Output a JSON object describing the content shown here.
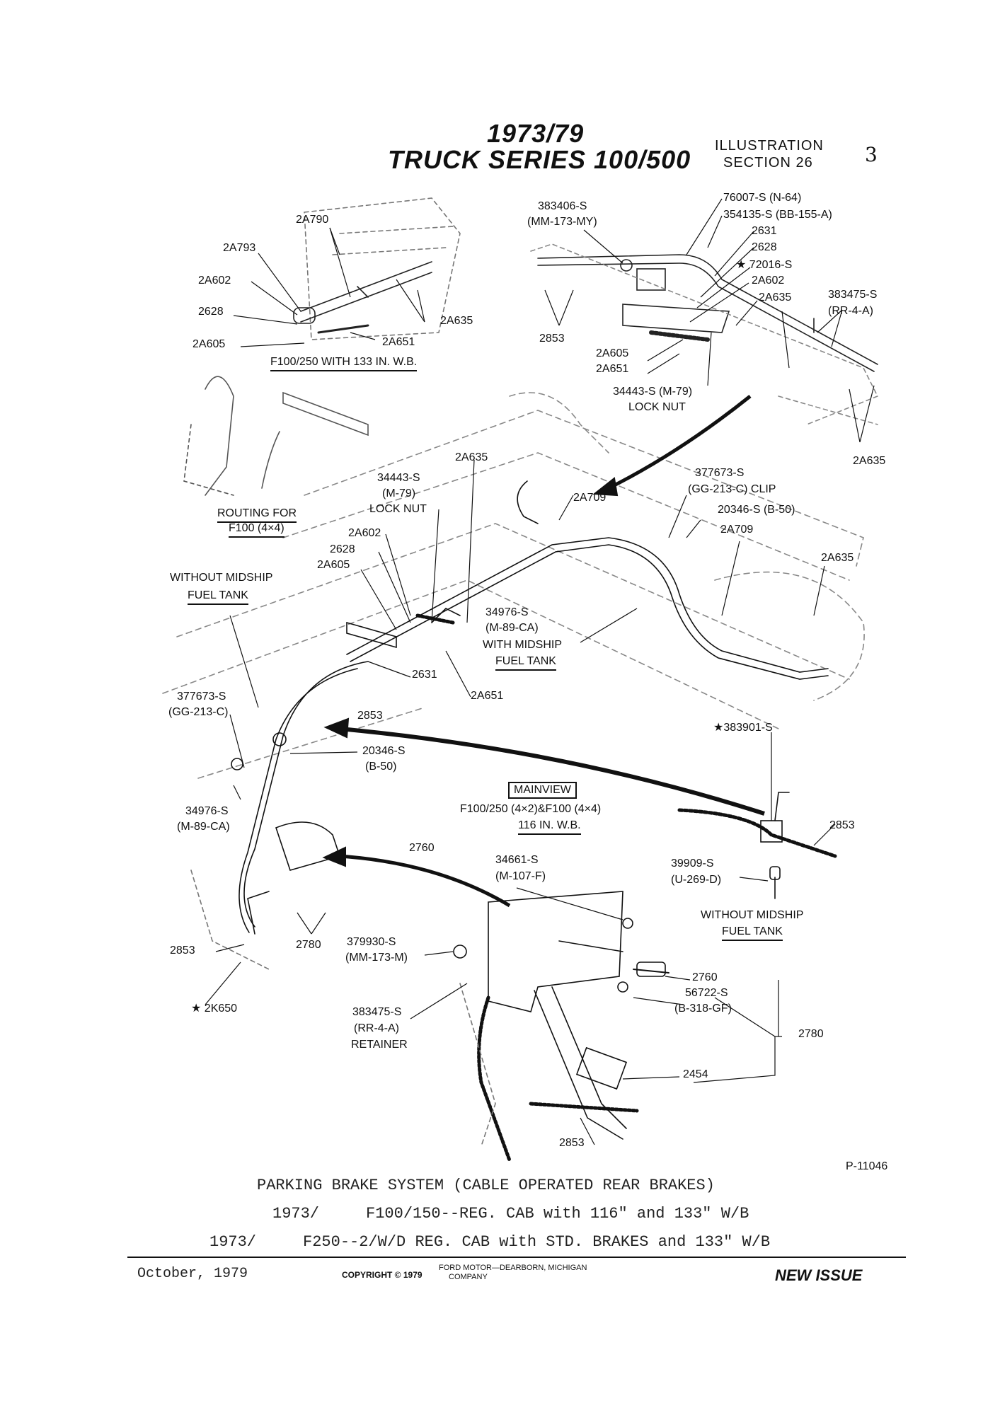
{
  "header": {
    "years": "1973/79",
    "series": "TRUCK SERIES 100/500",
    "illustration": "ILLUSTRATION",
    "section": "SECTION 26",
    "page_number": "3"
  },
  "inset_top_left": {
    "parts": [
      "2A790",
      "2A793",
      "2A602",
      "2628",
      "2A605",
      "2A651",
      "2A635"
    ],
    "caption": "F100/250 WITH 133 IN. W.B."
  },
  "inset_top_right": {
    "parts": {
      "p383406": "383406-S",
      "p383406_code": "(MM-173-MY)",
      "p76007": "76007-S (N-64)",
      "p354135": "354135-S (BB-155-A)",
      "p2631": "2631",
      "p2628": "2628",
      "p72016": "★ 72016-S",
      "p2A602": "2A602",
      "p2A635": "2A635",
      "p383475": "383475-S",
      "p383475_code": "(RR-4-A)",
      "p2853": "2853",
      "p2A605": "2A605",
      "p2A651": "2A651",
      "p34443": "34443-S (M-79)",
      "lock_nut": "LOCK NUT",
      "p2A635_b": "2A635"
    }
  },
  "routing": {
    "line1": "ROUTING FOR",
    "line2": "F100 (4×4)"
  },
  "main_view": {
    "labels": {
      "p2A635": "2A635",
      "p34443": "34443-S",
      "p34443_code": "(M-79)",
      "lock_nut": "LOCK NUT",
      "p2A709": "2A709",
      "p377673": "377673-S",
      "p377673_code": "(GG-213-C) CLIP",
      "p20346": "20346-S (B-50)",
      "p2A709_b": "2A709",
      "p2A635_b": "2A635",
      "p2A602": "2A602",
      "p2628": "2628",
      "p2A605": "2A605",
      "without_midship_1": "WITHOUT MIDSHIP",
      "without_midship_2": "FUEL TANK",
      "p34976": "34976-S",
      "p34976_code": "(M-89-CA)",
      "with_midship_1": "WITH MIDSHIP",
      "with_midship_2": "FUEL TANK",
      "p2631": "2631",
      "p2A651": "2A651",
      "p377673_l": "377673-S",
      "p377673_l_code": "(GG-213-C)",
      "p2853": "2853",
      "p20346_l": "20346-S",
      "p20346_l_code": "(B-50)",
      "p34976_l": "34976-S",
      "p34976_l_code": "(M-89-CA)",
      "mainview": "MAINVIEW",
      "mainview_sub1": "F100/250 (4×2)&F100 (4×4)",
      "mainview_sub2": "116 IN. W.B.",
      "p383901": "★383901-S",
      "p2853_r": "2853",
      "p39909": "39909-S",
      "p39909_code": "(U-269-D)",
      "without_midship_r1": "WITHOUT MIDSHIP",
      "without_midship_r2": "FUEL TANK",
      "p2760": "2760",
      "p34661": "34661-S",
      "p34661_code": "(M-107-F)",
      "p2853_ll": "2853",
      "p2780": "2780",
      "p379930": "379930-S",
      "p379930_code": "(MM-173-M)",
      "p2K650": "★ 2K650",
      "p383475": "383475-S",
      "p383475_code": "(RR-4-A)",
      "retainer": "RETAINER",
      "p2760_r": "2760",
      "p56722": "56722-S",
      "p56722_code": "(B-318-GF)",
      "p2780_r": "2780",
      "p2454": "2454",
      "p2853_b": "2853"
    }
  },
  "figure_number": "P-11046",
  "caption": {
    "line1": "PARKING BRAKE SYSTEM (CABLE OPERATED REAR BRAKES)",
    "line2": "1973/     F100/150--REG. CAB with 116\" and 133\" W/B",
    "line3": "1973/     F250--2/W/D REG. CAB with STD. BRAKES and 133\" W/B"
  },
  "footer": {
    "date": "October, 1979",
    "copyright": "COPYRIGHT © 1979",
    "company_line1": "FORD MOTOR—DEARBORN, MICHIGAN",
    "company_line2": "COMPANY",
    "issue": "NEW ISSUE"
  }
}
